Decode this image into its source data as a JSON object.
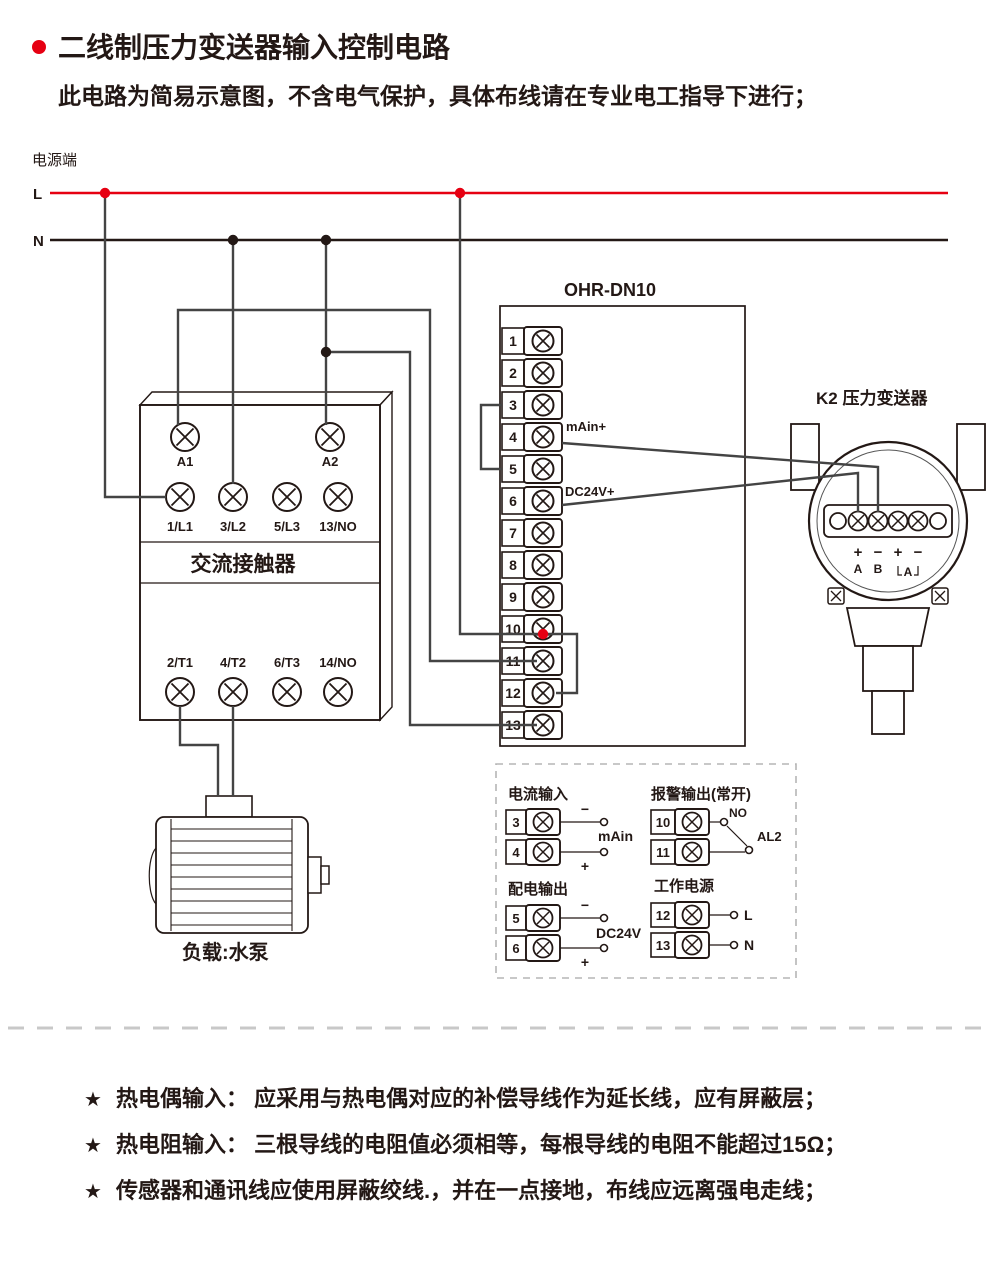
{
  "header": {
    "title": "二线制压力变送器输入控制电路",
    "subtitle": "此电路为简易示意图，不含电气保护，具体布线请在专业电工指导下进行；"
  },
  "power": {
    "label": "电源端",
    "l": "L",
    "n": "N"
  },
  "contactor": {
    "title": "交流接触器",
    "coil": [
      "A1",
      "A2"
    ],
    "top": [
      "1/L1",
      "3/L2",
      "5/L3",
      "13/NO"
    ],
    "bottom": [
      "2/T1",
      "4/T2",
      "6/T3",
      "14/NO"
    ]
  },
  "ohr": {
    "model": "OHR-DN10",
    "terminals": [
      "1",
      "2",
      "3",
      "4",
      "5",
      "6",
      "7",
      "8",
      "9",
      "10",
      "11",
      "12",
      "13"
    ],
    "main_label": "mAin+",
    "dc_label": "DC24V+"
  },
  "transmitter": {
    "title": "K2 压力变送器",
    "polarity": [
      "+",
      "−",
      "+",
      "−"
    ],
    "ab": [
      "A",
      "B"
    ],
    "al": "A"
  },
  "pump": {
    "label": "负载:水泵"
  },
  "detail": {
    "current_input": {
      "title": "电流输入",
      "terminals": [
        "3",
        "4"
      ],
      "minus": "−",
      "plus": "+",
      "label": "mAin"
    },
    "alarm_output": {
      "title": "报警输出(常开)",
      "terminals": [
        "10",
        "11"
      ],
      "no": "NO",
      "al2": "AL2"
    },
    "dist_output": {
      "title": "配电输出",
      "terminals": [
        "5",
        "6"
      ],
      "minus": "−",
      "plus": "+",
      "label": "DC24V"
    },
    "work_power": {
      "title": "工作电源",
      "terminals": [
        "12",
        "13"
      ],
      "l": "L",
      "n": "N"
    }
  },
  "footer": {
    "star": "★",
    "notes": [
      "热电偶输入： 应采用与热电偶对应的补偿导线作为延长线，应有屏蔽层；",
      "热电阻输入： 三根导线的电阻值必须相等，每根导线的电阻不能超过15Ω；",
      "传感器和通讯线应使用屏蔽绞线.，并在一点接地，布线应远离强电走线；"
    ]
  },
  "colors": {
    "red": "#e60012",
    "black": "#231815",
    "blue": "#1d2088",
    "green": "#00a651",
    "magenta": "#e4007f"
  }
}
